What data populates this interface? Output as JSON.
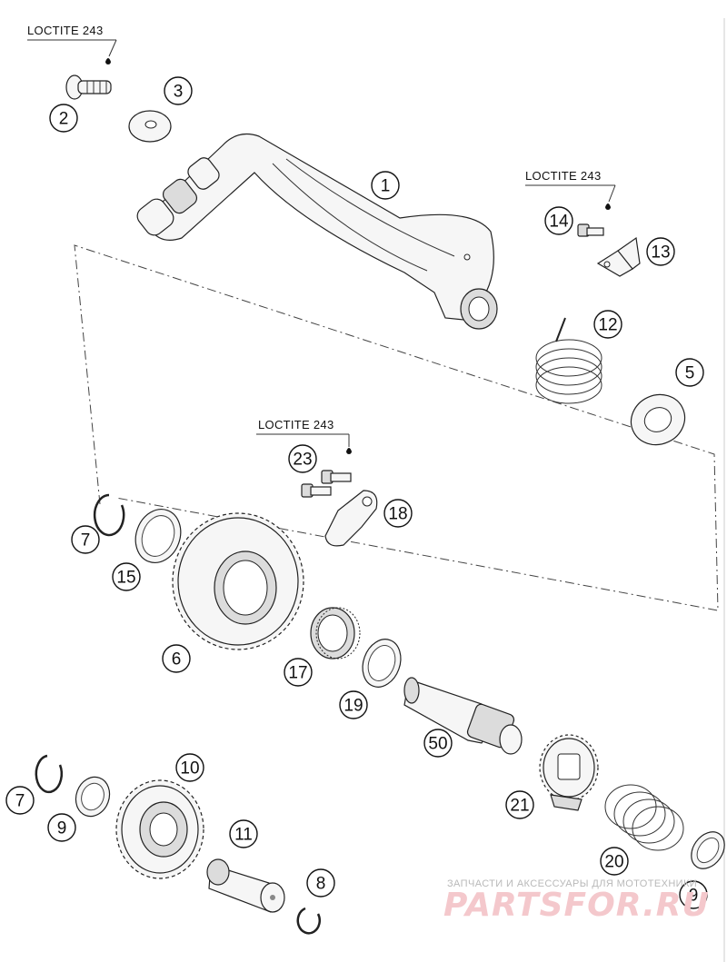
{
  "notes": {
    "loctite_top": "LOCTITE 243",
    "loctite_right": "LOCTITE 243",
    "loctite_mid": "LOCTITE 243"
  },
  "callouts": {
    "c1": "1",
    "c2": "2",
    "c3": "3",
    "c5": "5",
    "c6": "6",
    "c7a": "7",
    "c7b": "7",
    "c8": "8",
    "c9a": "9",
    "c9b": "9",
    "c10": "10",
    "c11": "11",
    "c12": "12",
    "c13": "13",
    "c14": "14",
    "c15": "15",
    "c17": "17",
    "c18": "18",
    "c19": "19",
    "c20": "20",
    "c21": "21",
    "c23": "23",
    "c50": "50"
  },
  "watermark": {
    "subtitle": "ЗАПЧАСТИ И АКСЕССУАРЫ ДЛЯ МОТОТЕХНИКИ",
    "brand": "PARTSFOR.RU"
  }
}
